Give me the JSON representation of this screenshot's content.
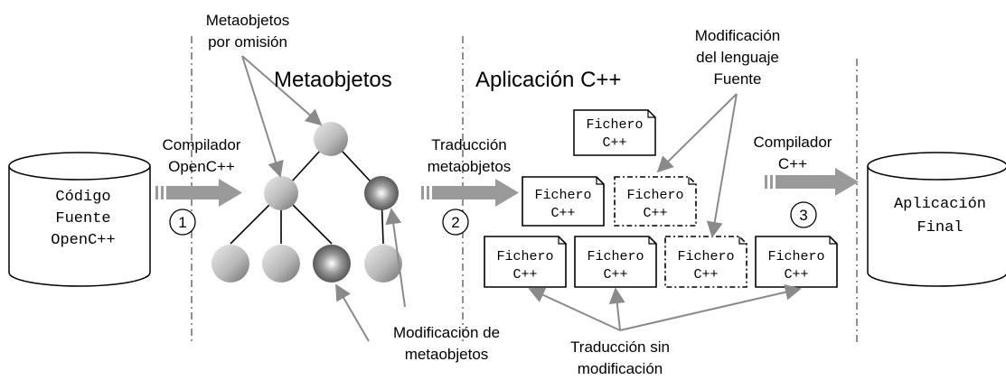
{
  "labels": {
    "metaobjetos_omision": [
      "Metaobjetos",
      "por omisión"
    ],
    "metaobjetos_title": "Metaobjetos",
    "aplicacion_title": "Aplicación C++",
    "modificacion_lenguaje": [
      "Modificación",
      "del lenguaje",
      "Fuente"
    ],
    "compilador_openc": [
      "Compilador",
      "OpenC++"
    ],
    "traduccion_meta": [
      "Traducción",
      "metaobjetos"
    ],
    "compilador_c": [
      "Compilador",
      "C++"
    ],
    "modificacion_meta": [
      "Modificación de",
      "metaobjetos"
    ],
    "traduccion_sin": [
      "Traducción sin",
      "modificación"
    ]
  },
  "cylinders": {
    "source": [
      "Código",
      "Fuente",
      "OpenC++"
    ],
    "final": [
      "Aplicación",
      "Final"
    ]
  },
  "steps": [
    "1",
    "2",
    "3"
  ],
  "files": {
    "label": [
      "Fichero",
      "C++"
    ]
  },
  "colors": {
    "arrow": "#9a9a9a",
    "sphere_light": "#d0d0d0",
    "sphere_dark": "#707070"
  }
}
